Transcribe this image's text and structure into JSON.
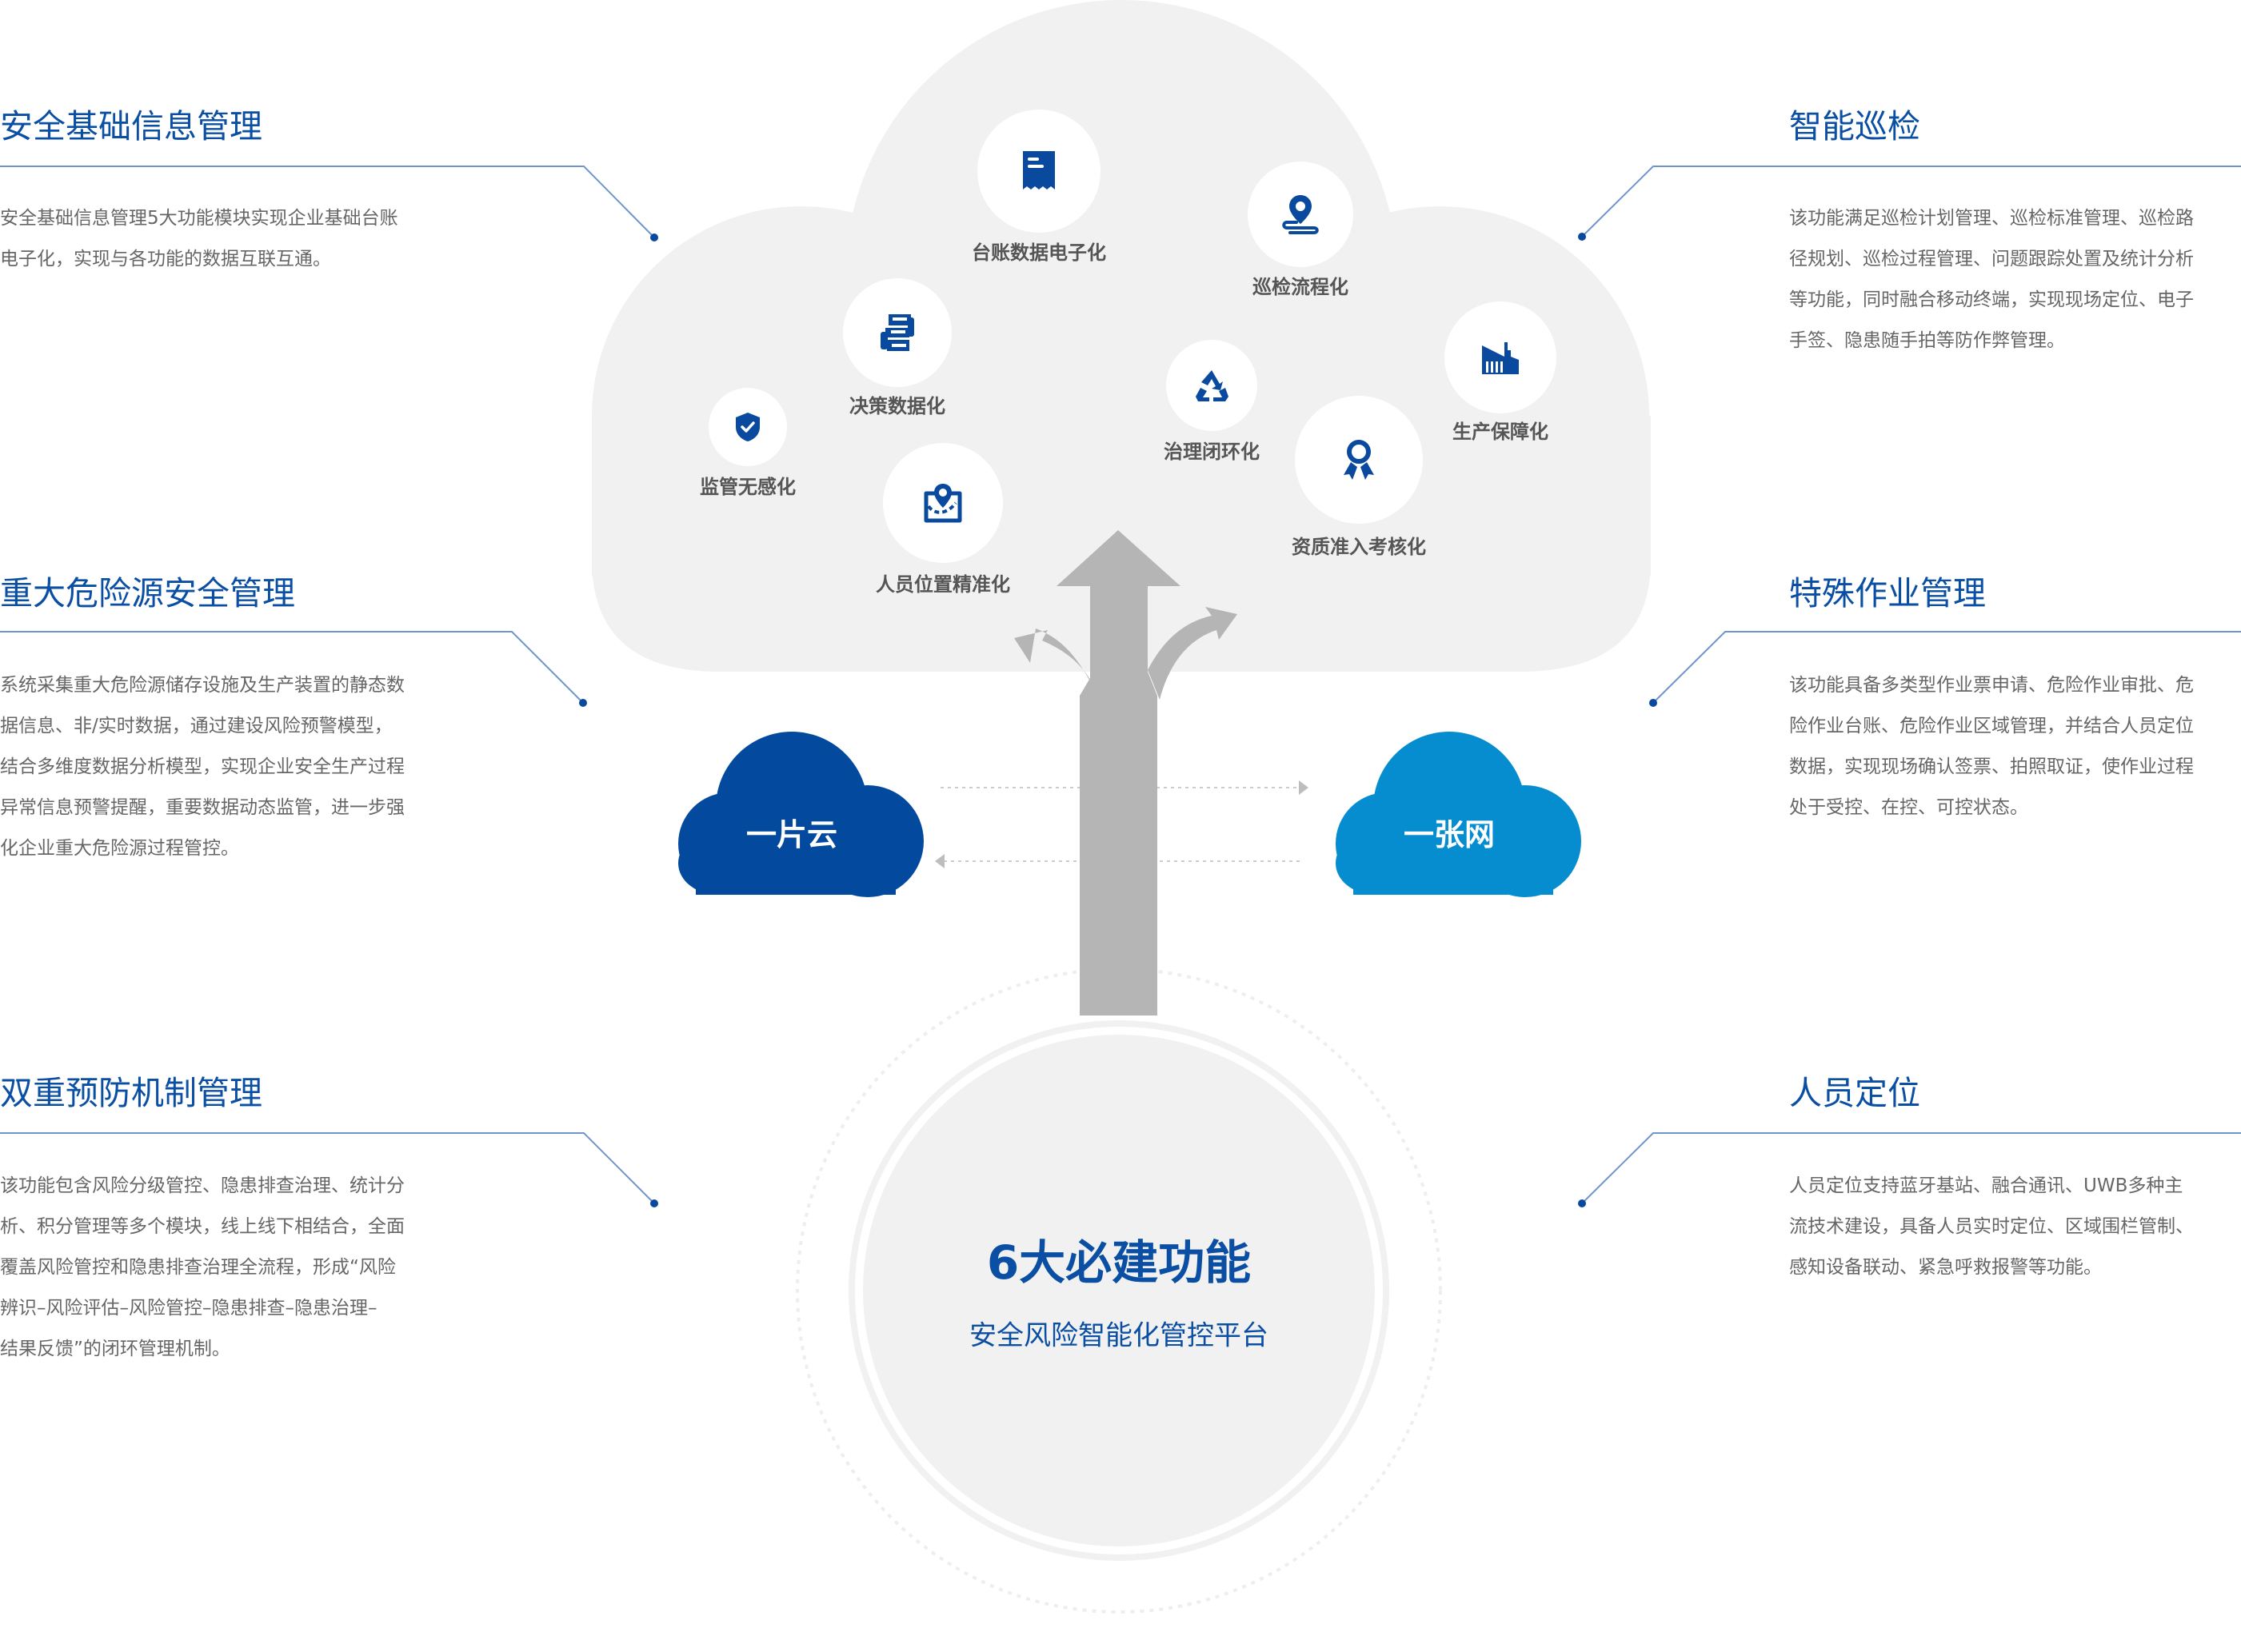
{
  "colors": {
    "title_blue": "#0a4fa3",
    "icon_blue": "#0a4a9e",
    "cloud_dark": "#034a9e",
    "cloud_light": "#058dd0",
    "cloud_gray": "#f1f1f1",
    "arrow_gray": "#b5b5b5",
    "body_text": "#666666",
    "connector_line": "#6f95cc"
  },
  "left_blocks": [
    {
      "title": "安全基础信息管理",
      "lines": [
        "安全基础信息管理5大功能模块实现企业基础台账",
        "电子化，实现与各功能的数据互联互通。"
      ]
    },
    {
      "title": "重大危险源安全管理",
      "lines": [
        "系统采集重大危险源储存设施及生产装置的静态数",
        "据信息、非/实时数据，通过建设风险预警模型，",
        "结合多维度数据分析模型，实现企业安全生产过程",
        "异常信息预警提醒，重要数据动态监管，进一步强",
        "化企业重大危险源过程管控。"
      ]
    },
    {
      "title": "双重预防机制管理",
      "lines": [
        "该功能包含风险分级管控、隐患排查治理、统计分",
        "析、积分管理等多个模块，线上线下相结合，全面",
        "覆盖风险管控和隐患排查治理全流程，形成“风险",
        "辨识–风险评估–风险管控–隐患排查–隐患治理–",
        "结果反馈”的闭环管理机制。"
      ]
    }
  ],
  "right_blocks": [
    {
      "title": "智能巡检",
      "lines": [
        "该功能满足巡检计划管理、巡检标准管理、巡检路",
        "径规划、巡检过程管理、问题跟踪处置及统计分析",
        "等功能，同时融合移动终端，实现现场定位、电子",
        "手签、隐患随手拍等防作弊管理。"
      ]
    },
    {
      "title": "特殊作业管理",
      "lines": [
        "该功能具备多类型作业票申请、危险作业审批、危",
        "险作业台账、危险作业区域管理，并结合人员定位",
        "数据，实现现场确认签票、拍照取证，使作业过程",
        "处于受控、在控、可控状态。"
      ]
    },
    {
      "title": "人员定位",
      "lines": [
        "人员定位支持蓝牙基站、融合通讯、UWB多种主",
        "流技术建设，具备人员实时定位、区域围栏管制、",
        "感知设备联动、紧急呼救报警等功能。"
      ]
    }
  ],
  "cloud_items": [
    {
      "label": "台账数据电子化",
      "icon": "receipt-icon"
    },
    {
      "label": "巡检流程化",
      "icon": "route-pin-icon"
    },
    {
      "label": "决策数据化",
      "icon": "stacked-data-icon"
    },
    {
      "label": "监管无感化",
      "icon": "shield-check-icon"
    },
    {
      "label": "人员位置精准化",
      "icon": "map-pin-icon"
    },
    {
      "label": "治理闭环化",
      "icon": "recycle-icon"
    },
    {
      "label": "资质准入考核化",
      "icon": "award-ribbon-icon"
    },
    {
      "label": "生产保障化",
      "icon": "factory-icon"
    }
  ],
  "left_cloud": {
    "label": "一片云"
  },
  "right_cloud": {
    "label": "一张网"
  },
  "center": {
    "title": "6大必建功能",
    "subtitle": "安全风险智能化管控平台"
  }
}
